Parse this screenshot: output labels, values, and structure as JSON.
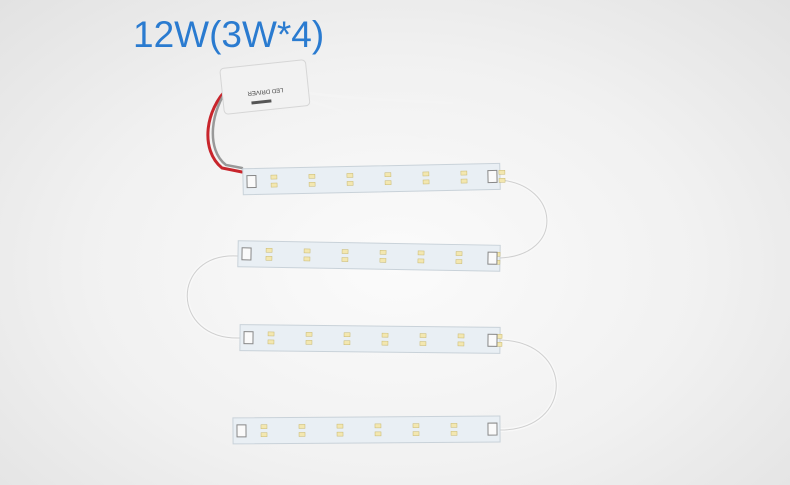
{
  "title": "12W(3W*4)",
  "product_label": "LED DRIVER",
  "colors": {
    "title": "#2a7bd0",
    "strip": "#e9eff4",
    "led": "#f3e7b0",
    "wire_red": "#c8252c"
  },
  "strips_count": 4
}
